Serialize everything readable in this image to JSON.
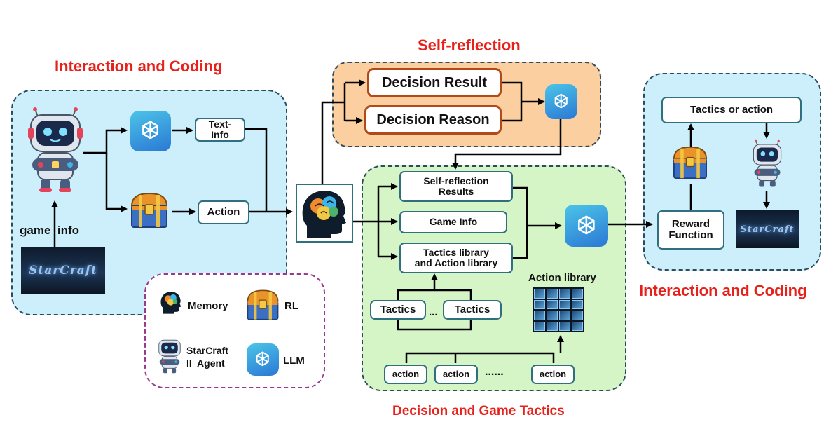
{
  "titles": {
    "left": "Interaction and Coding",
    "reflection": "Self-reflection",
    "right": "Interaction and Coding",
    "bottom": "Decision and Game Tactics"
  },
  "left_panel": {
    "text_info": "Text-\nInfo",
    "action": "Action",
    "game_info_label": "game  info"
  },
  "reflection_panel": {
    "decision_result": "Decision Result",
    "decision_reason": "Decision Reason"
  },
  "decision_panel": {
    "self_reflection_results": "Self-reflection\nResults",
    "game_info": "Game Info",
    "tactics_library": "Tactics library\nand Action library",
    "tactics_1": "Tactics",
    "ellipsis": "...",
    "tactics_2": "Tactics",
    "action_library_label": "Action library",
    "action_1": "action",
    "action_2": "action",
    "action_dots": "......",
    "action_3": "action"
  },
  "right_panel": {
    "tactics_or_action": "Tactics or action",
    "reward_function": "Reward\nFunction"
  },
  "legend": {
    "memory": "Memory",
    "rl": "RL",
    "agent": "StarCraft\nII  Agent",
    "llm": "LLM"
  },
  "logo_text": "StarCraft",
  "colors": {
    "title_red": "#e8201a",
    "blue_panel": "#cdeefb",
    "orange_panel": "#fbcf9f",
    "green_panel": "#d5f5c7",
    "legend_border": "#9a3a8e",
    "box_border": "#2f6f7f"
  },
  "icons": [
    "robot-icon",
    "chatgpt-icon",
    "treasure-chest-icon",
    "brain-head-icon",
    "starcraft-logo"
  ]
}
